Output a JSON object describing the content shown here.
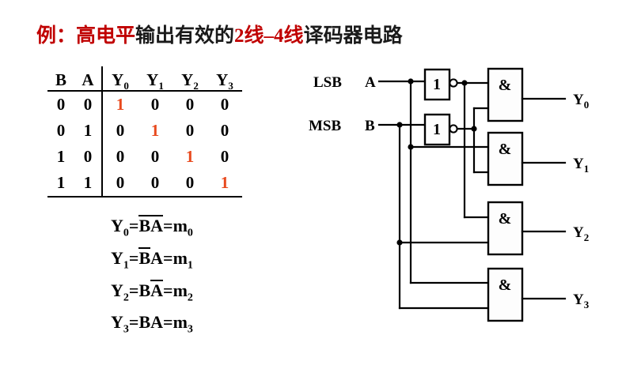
{
  "title": {
    "seg1": "例：",
    "seg2": "高电平",
    "seg3": "输出有效的",
    "seg4": "2线–4线",
    "seg5": "译码器电路",
    "red_color": "#c00000",
    "black_color": "#1a1a1a"
  },
  "truth_table": {
    "input_headers": [
      "B",
      "A"
    ],
    "output_headers": [
      {
        "base": "Y",
        "sub": "0"
      },
      {
        "base": "Y",
        "sub": "1"
      },
      {
        "base": "Y",
        "sub": "2"
      },
      {
        "base": "Y",
        "sub": "3"
      }
    ],
    "rows": [
      {
        "inputs": [
          "0",
          "0"
        ],
        "outputs": [
          "1",
          "0",
          "0",
          "0"
        ],
        "hot": 0
      },
      {
        "inputs": [
          "0",
          "1"
        ],
        "outputs": [
          "0",
          "1",
          "0",
          "0"
        ],
        "hot": 1
      },
      {
        "inputs": [
          "1",
          "0"
        ],
        "outputs": [
          "0",
          "0",
          "1",
          "0"
        ],
        "hot": 2
      },
      {
        "inputs": [
          "1",
          "1"
        ],
        "outputs": [
          "0",
          "0",
          "0",
          "1"
        ],
        "hot": 3
      }
    ],
    "highlight_color": "#e8491d"
  },
  "equations": [
    {
      "lhs": "Y",
      "lhs_sub": "0",
      "eq1": "=",
      "b": "B",
      "b_bar": true,
      "a": "A",
      "a_bar": true,
      "eq2": "=",
      "rhs": "m",
      "rhs_sub": "0"
    },
    {
      "lhs": "Y",
      "lhs_sub": "1",
      "eq1": "=",
      "b": "B",
      "b_bar": true,
      "a": "A",
      "a_bar": false,
      "eq2": "=",
      "rhs": "m",
      "rhs_sub": "1"
    },
    {
      "lhs": "Y",
      "lhs_sub": "2",
      "eq1": "=",
      "b": "B",
      "b_bar": false,
      "a": "A",
      "a_bar": true,
      "eq2": "=",
      "rhs": "m",
      "rhs_sub": "2"
    },
    {
      "lhs": "Y",
      "lhs_sub": "3",
      "eq1": "=",
      "b": "B",
      "b_bar": false,
      "a": "A",
      "a_bar": false,
      "eq2": "=",
      "rhs": "m",
      "rhs_sub": "3"
    }
  ],
  "circuit": {
    "inputs": [
      {
        "significance": "LSB",
        "signal": "A"
      },
      {
        "significance": "MSB",
        "signal": "B"
      }
    ],
    "inverters": [
      {
        "symbol": "1",
        "input": "A",
        "output": "A-bar"
      },
      {
        "symbol": "1",
        "input": "B",
        "output": "B-bar"
      }
    ],
    "and_gates": [
      {
        "symbol": "&",
        "inputs": [
          "A-bar",
          "B-bar"
        ],
        "output": "Y0"
      },
      {
        "symbol": "&",
        "inputs": [
          "A",
          "B-bar"
        ],
        "output": "Y1"
      },
      {
        "symbol": "&",
        "inputs": [
          "A-bar",
          "B"
        ],
        "output": "Y2"
      },
      {
        "symbol": "&",
        "inputs": [
          "A",
          "B"
        ],
        "output": "Y3"
      }
    ],
    "outputs": [
      {
        "base": "Y",
        "sub": "0"
      },
      {
        "base": "Y",
        "sub": "1"
      },
      {
        "base": "Y",
        "sub": "2"
      },
      {
        "base": "Y",
        "sub": "3"
      }
    ]
  }
}
